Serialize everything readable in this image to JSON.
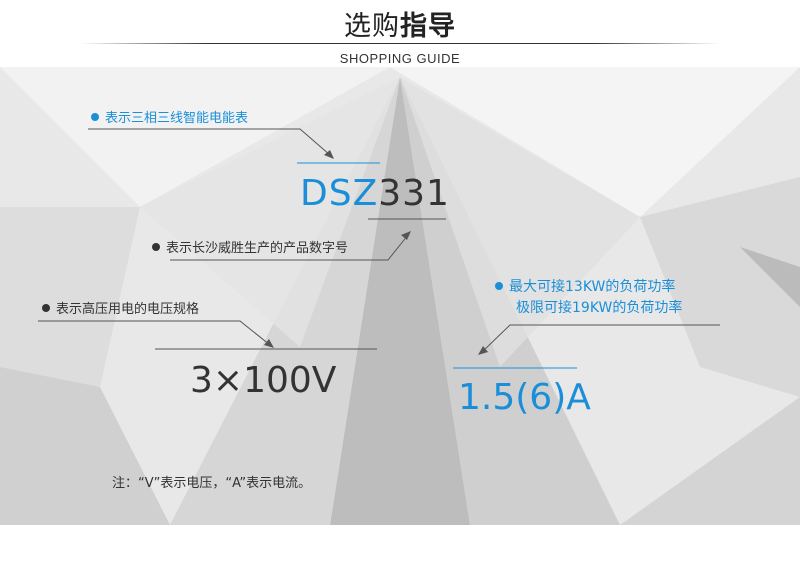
{
  "header": {
    "title_light": "选购",
    "title_bold": "指导",
    "subtitle": "SHOPPING GUIDE"
  },
  "guide": {
    "model_type_label": "表示三相三线智能电能表",
    "model_prefix": "DSZ",
    "model_number": "331",
    "factory_code_label": "表示长沙威胜生产的产品数字号",
    "voltage_label": "表示高压用电的电压规格",
    "voltage_value": "3×100V",
    "power_line1": "最大可接13KW的负荷功率",
    "power_line2": "极限可接19KW的负荷功率",
    "current_value": "1.5(6)A",
    "note": "注：“V”表示电压，“A”表示电流。"
  },
  "colors": {
    "accent": "#1a8fd8",
    "text": "#333333",
    "panel_bg": "#e9e9e9"
  }
}
